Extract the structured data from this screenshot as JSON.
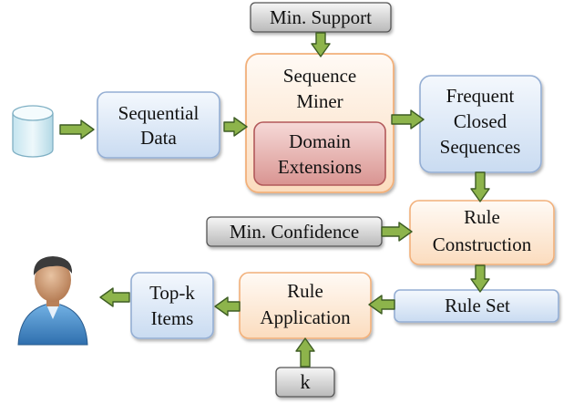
{
  "inputs": {
    "min_support": "Min. Support",
    "min_confidence": "Min. Confidence",
    "k": "k"
  },
  "nodes": {
    "sequential_data": [
      "Sequential",
      "Data"
    ],
    "sequence_miner": [
      "Sequence",
      "Miner"
    ],
    "domain_extensions": [
      "Domain",
      "Extensions"
    ],
    "frequent_closed_sequences": [
      "Frequent",
      "Closed",
      "Sequences"
    ],
    "rule_construction": [
      "Rule",
      "Construction"
    ],
    "rule_set": "Rule Set",
    "rule_application": [
      "Rule",
      "Application"
    ],
    "top_k_items": [
      "Top-k",
      "Items"
    ]
  },
  "icons": [
    "database-icon",
    "user-icon"
  ],
  "colors": {
    "blue_fill": "#dde8f6",
    "blue_border": "#94aed3",
    "orange_fill": "#fdeee0",
    "orange_border": "#f2b07a",
    "pink_fill": "#e8b8b5",
    "pink_border": "#b2595a",
    "gray_fill": "#d6d6d6",
    "gray_border": "#555555",
    "arrow_fill": "#8db44b",
    "arrow_border": "#3e5d24"
  }
}
